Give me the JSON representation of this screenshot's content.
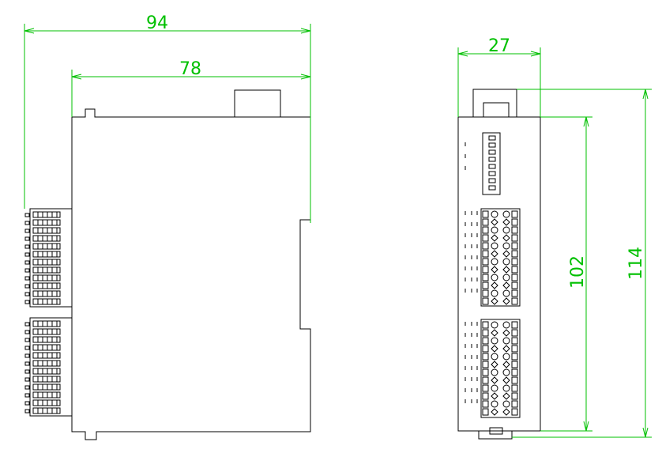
{
  "dimensions": {
    "side_width_total": "94",
    "side_width_body": "78",
    "front_width": "27",
    "front_height_body": "102",
    "front_height_total": "114"
  },
  "colors": {
    "outline": "#000000",
    "dimension": "#00c000",
    "background": "#ffffff"
  }
}
